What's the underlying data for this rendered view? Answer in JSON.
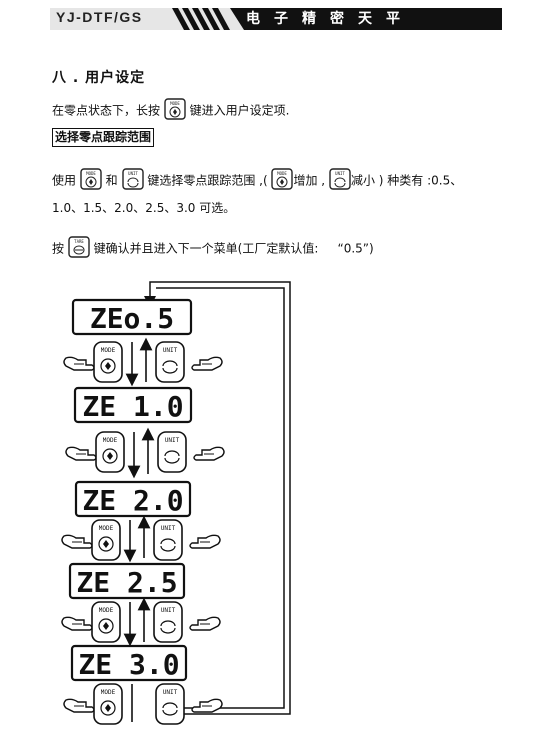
{
  "header": {
    "model": "YJ-DTF/GS",
    "title": "电子精密天平"
  },
  "section": {
    "title": "八 . 用户设定"
  },
  "intro": {
    "text_before": "在零点状态下，长按",
    "text_after": "键进入用户设定项."
  },
  "subsection": {
    "title": "选择零点跟踪范围"
  },
  "instructions": {
    "line1_a": "使用",
    "line1_and": "和",
    "line1_b": "键选择零点跟踪范围 ,(",
    "line1_inc": "增加 ,",
    "line1_dec": "减小 ) 种类有 :0.5、",
    "line2": "1.0、1.5、2.0、2.5、3.0 可选。",
    "line3_a": "按",
    "line3_b": "键确认并且进入下一个菜单(工厂定默认值:",
    "line3_default": "“0.5”)"
  },
  "keys": {
    "mode": "MODE",
    "unit": "UNIT",
    "tare": "TARE"
  },
  "diagram": {
    "displays": [
      "ZEo.5",
      "ZE 1.0",
      "ZE 2.0",
      "ZE 2.5",
      "ZE 3.0"
    ]
  }
}
